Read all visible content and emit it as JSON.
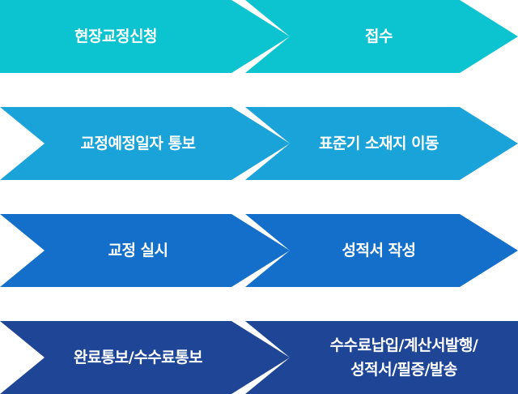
{
  "rows": [
    {
      "color": "#0bc4cf",
      "steps": [
        {
          "label": "현장교정신청"
        },
        {
          "label": "접수"
        }
      ]
    },
    {
      "color": "#1aa3d9",
      "steps": [
        {
          "label": "교정예정일자 통보"
        },
        {
          "label": "표준기 소재지 이동"
        }
      ]
    },
    {
      "color": "#136fca",
      "steps": [
        {
          "label": "교정 실시"
        },
        {
          "label": "성적서 작성"
        }
      ]
    },
    {
      "color": "#1f4596",
      "steps": [
        {
          "label": "완료통보/수수료통보"
        },
        {
          "label": "수수료납입/계산서발행/\n성적서/필증/발송"
        }
      ]
    }
  ]
}
